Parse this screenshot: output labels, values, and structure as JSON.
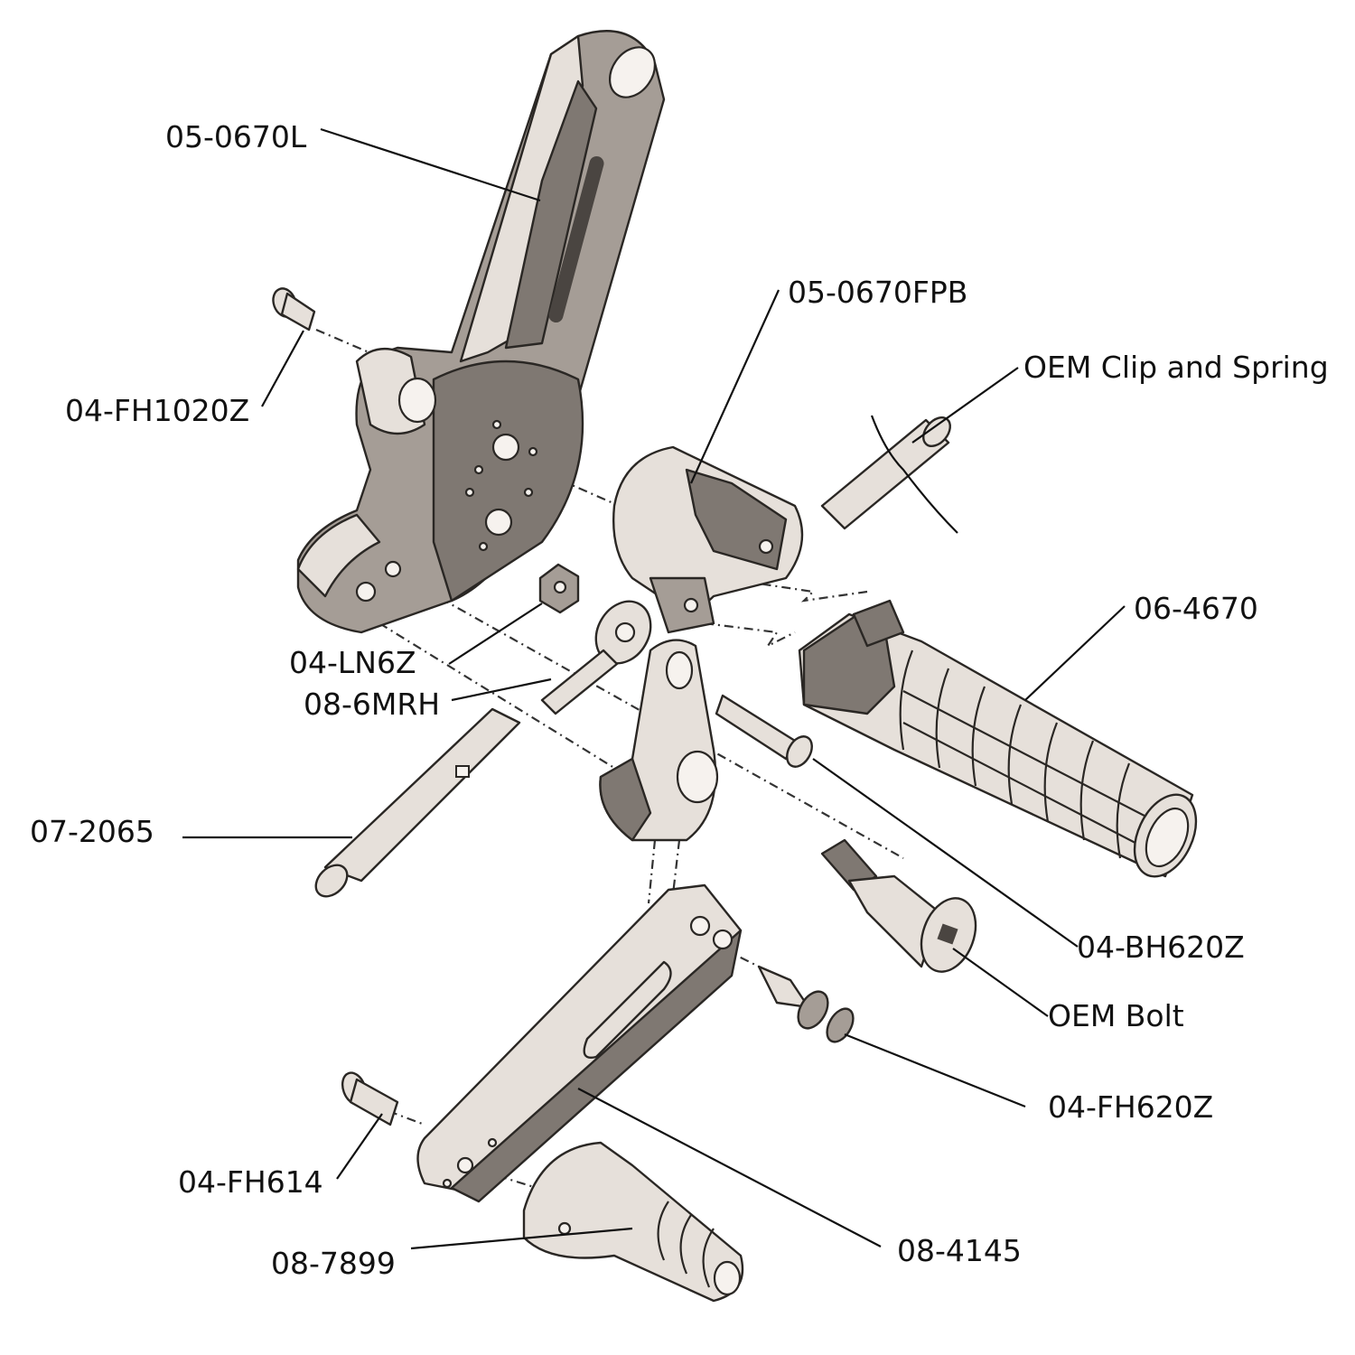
{
  "diagram": {
    "title": "Rearset exploded view",
    "colors": {
      "part_dark": "#7f7872",
      "part_mid": "#a59d96",
      "part_light": "#e6e0da",
      "line": "#111111",
      "background": "#ffffff"
    },
    "labels": [
      {
        "id": "05-0670L",
        "text": "05-0670L"
      },
      {
        "id": "04-FH1020Z",
        "text": "04-FH1020Z"
      },
      {
        "id": "05-0670FPB",
        "text": "05-0670FPB"
      },
      {
        "id": "oem-clip",
        "text": "OEM Clip and Spring"
      },
      {
        "id": "06-4670",
        "text": "06-4670"
      },
      {
        "id": "04-LN6Z",
        "text": "04-LN6Z"
      },
      {
        "id": "08-6MRH",
        "text": "08-6MRH"
      },
      {
        "id": "07-2065",
        "text": "07-2065"
      },
      {
        "id": "04-BH620Z",
        "text": "04-BH620Z"
      },
      {
        "id": "oem-bolt",
        "text": "OEM Bolt"
      },
      {
        "id": "04-FH620Z",
        "text": "04-FH620Z"
      },
      {
        "id": "04-FH614",
        "text": "04-FH614"
      },
      {
        "id": "08-7899",
        "text": "08-7899"
      },
      {
        "id": "08-4145",
        "text": "08-4145"
      }
    ]
  }
}
